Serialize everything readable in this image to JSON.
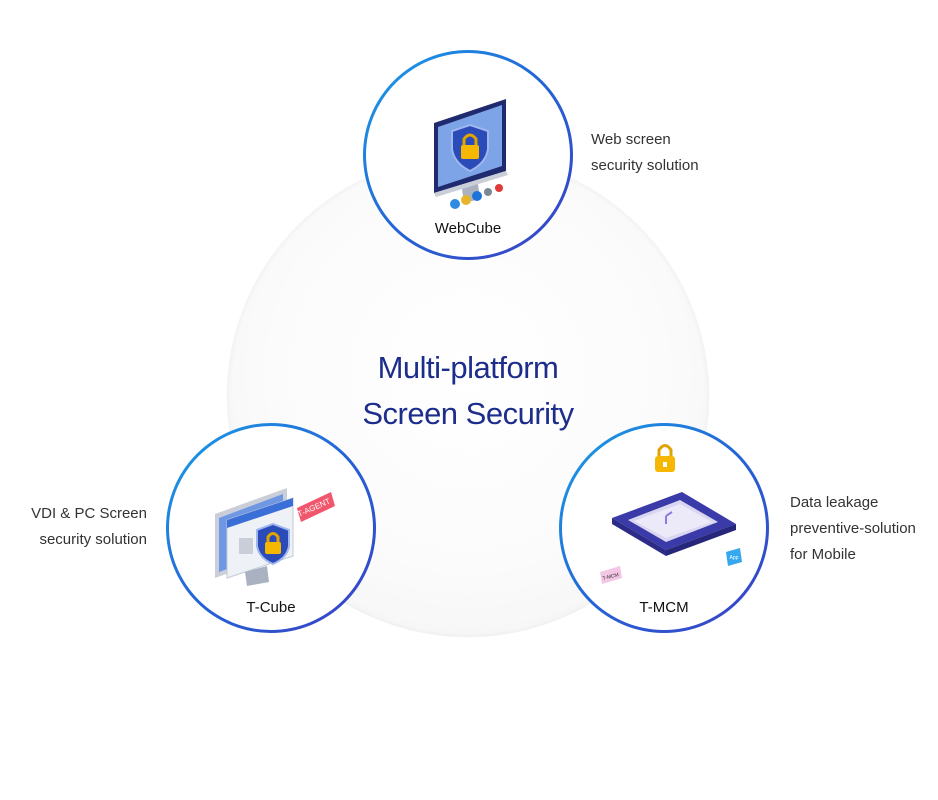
{
  "center": {
    "line1": "Multi-platform",
    "line2": "Screen Security"
  },
  "nodes": {
    "webcube": {
      "label": "WebCube",
      "desc_line1": "Web screen",
      "desc_line2": "security solution"
    },
    "tcube": {
      "label": "T-Cube",
      "desc_line1": "VDI & PC Screen",
      "desc_line2": "security solution",
      "tag": "T-AGENT"
    },
    "tmcm": {
      "label": "T-MCM",
      "desc_line1": "Data leakage",
      "desc_line2": "preventive-solution",
      "desc_line3": "for Mobile",
      "card_left": "T-MCM",
      "card_right": "App"
    }
  },
  "colors": {
    "title": "#1d2d8c",
    "ring_start": "#1aa0e6",
    "ring_end": "#3b3fc4",
    "lock": "#f5b700"
  },
  "icons": [
    "monitor-shield-lock-icon",
    "desktop-shield-lock-icon",
    "phone-lock-icon"
  ]
}
